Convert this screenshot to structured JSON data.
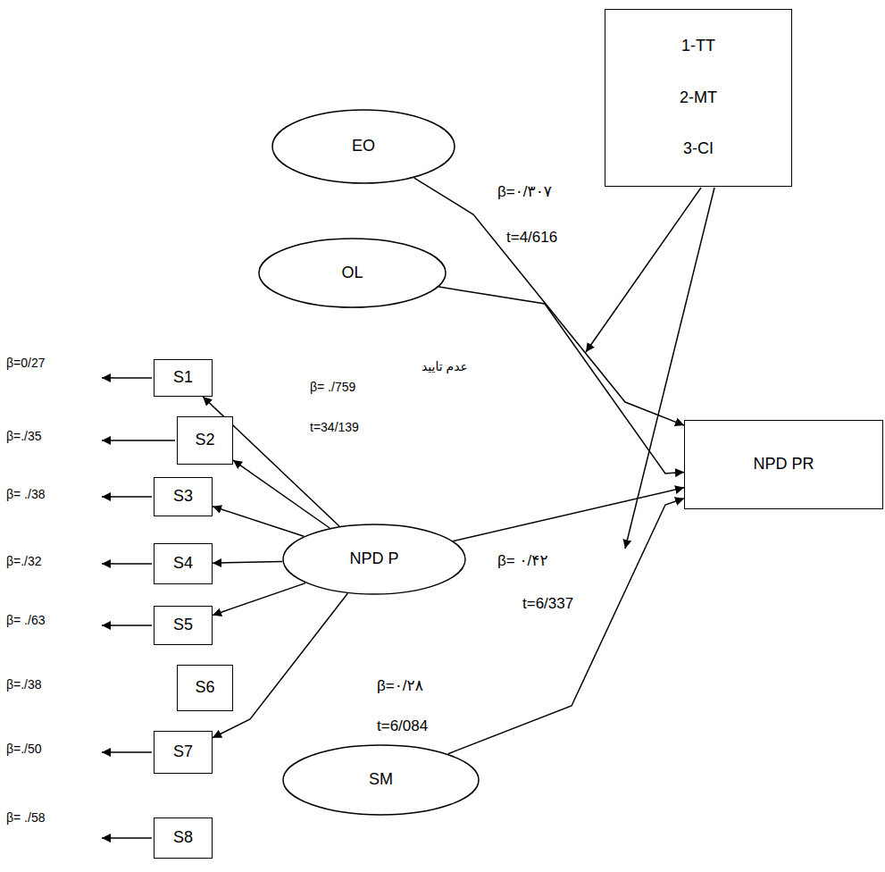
{
  "diagram": {
    "nodes": [
      {
        "text": [
          "1-TT",
          "2-MT",
          "3-CI"
        ]
      },
      {
        "text": [
          "EO"
        ]
      },
      {
        "text": [
          "OL"
        ]
      },
      {
        "text": [
          "S1"
        ]
      },
      {
        "text": [
          "NPD PR"
        ]
      },
      {
        "text": [
          "S2"
        ]
      },
      {
        "text": [
          "S3"
        ]
      },
      {
        "text": [
          "NPD P"
        ]
      },
      {
        "text": [
          "S4"
        ]
      },
      {
        "text": [
          "S5"
        ]
      },
      {
        "text": [
          "S6"
        ]
      },
      {
        "text": [
          "S7"
        ]
      },
      {
        "text": [
          "SM"
        ]
      },
      {
        "text": [
          "S8"
        ]
      }
    ],
    "edges": [
      {
        "from": 1,
        "to": 4,
        "arrow": "to"
      },
      {
        "from": 2,
        "to": 4,
        "arrow": "to"
      },
      {
        "from": 7,
        "to": 4,
        "arrow": "to"
      },
      {
        "from": 12,
        "to": 4,
        "arrow": "to"
      },
      {
        "from": 7,
        "to": 3,
        "arrow": "to"
      },
      {
        "from": 7,
        "to": 5,
        "arrow": "to"
      },
      {
        "from": 7,
        "to": 6,
        "arrow": "to"
      },
      {
        "from": 7,
        "to": 8,
        "arrow": "to"
      },
      {
        "from": 7,
        "to": 9,
        "arrow": "to"
      },
      {
        "from": 7,
        "to": 11,
        "arrow": "to"
      }
    ],
    "labels": [
      "β=۰/۳۰۷",
      "t=4/616",
      "عدم تایید",
      "β=0/27",
      "β= ./759",
      "t=34/139",
      "β=./35",
      "β= ./38",
      "β= ۰/۴۲",
      "β=./32",
      "t=6/337",
      "β= ./63",
      "β=./38",
      "β=۰/۲۸",
      "t=6/084",
      "β=./50",
      "β= ./58"
    ]
  }
}
